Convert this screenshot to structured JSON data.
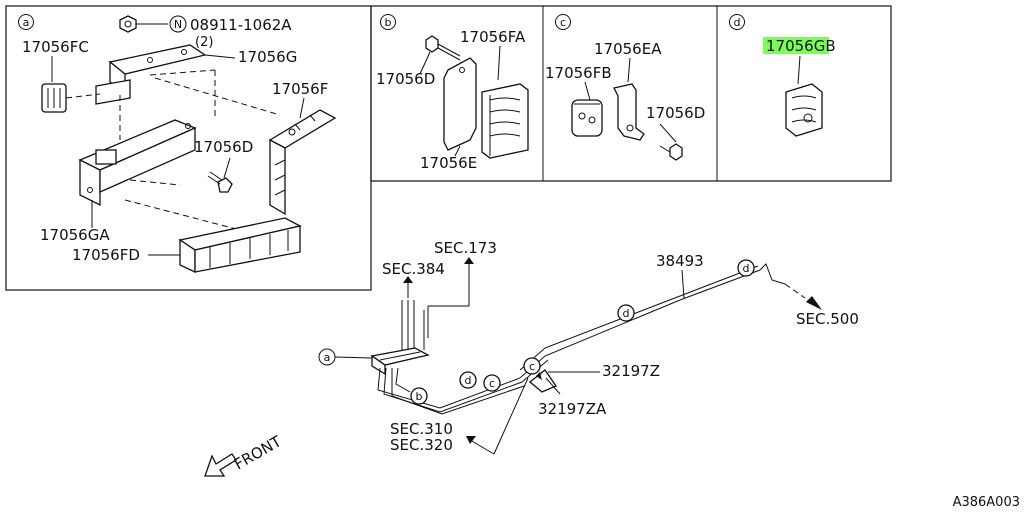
{
  "colors": {
    "ink": "#111111",
    "highlight": "#7CFC5C",
    "background": "#ffffff"
  },
  "panels": {
    "a": {
      "letter": "a",
      "labels": {
        "p_17056fc": "17056FC",
        "p_n_symbol": "N",
        "p_08911": "08911-1062A",
        "p_qty": "(2)",
        "p_17056g": "17056G",
        "p_17056f": "17056F",
        "p_17056d": "17056D",
        "p_17056ga": "17056GA",
        "p_17056fd": "17056FD"
      }
    },
    "b": {
      "letter": "b",
      "labels": {
        "p_17056fa": "17056FA",
        "p_17056d": "17056D",
        "p_17056e": "17056E"
      }
    },
    "c": {
      "letter": "c",
      "labels": {
        "p_17056ea": "17056EA",
        "p_17056fb": "17056FB",
        "p_17056d": "17056D"
      }
    },
    "d": {
      "letter": "d",
      "labels": {
        "p_17056gb": "17056GB"
      }
    }
  },
  "main": {
    "labels": {
      "sec173": "SEC.173",
      "sec384": "SEC.384",
      "p_38493": "38493",
      "sec500": "SEC.500",
      "p_32197z": "32197Z",
      "p_32197za": "32197ZA",
      "sec310": "SEC.310",
      "sec320": "SEC.320",
      "front": "FRONT"
    },
    "callouts": [
      "a",
      "b",
      "c",
      "d",
      "d",
      "c"
    ]
  },
  "figure_code": "A386A003"
}
